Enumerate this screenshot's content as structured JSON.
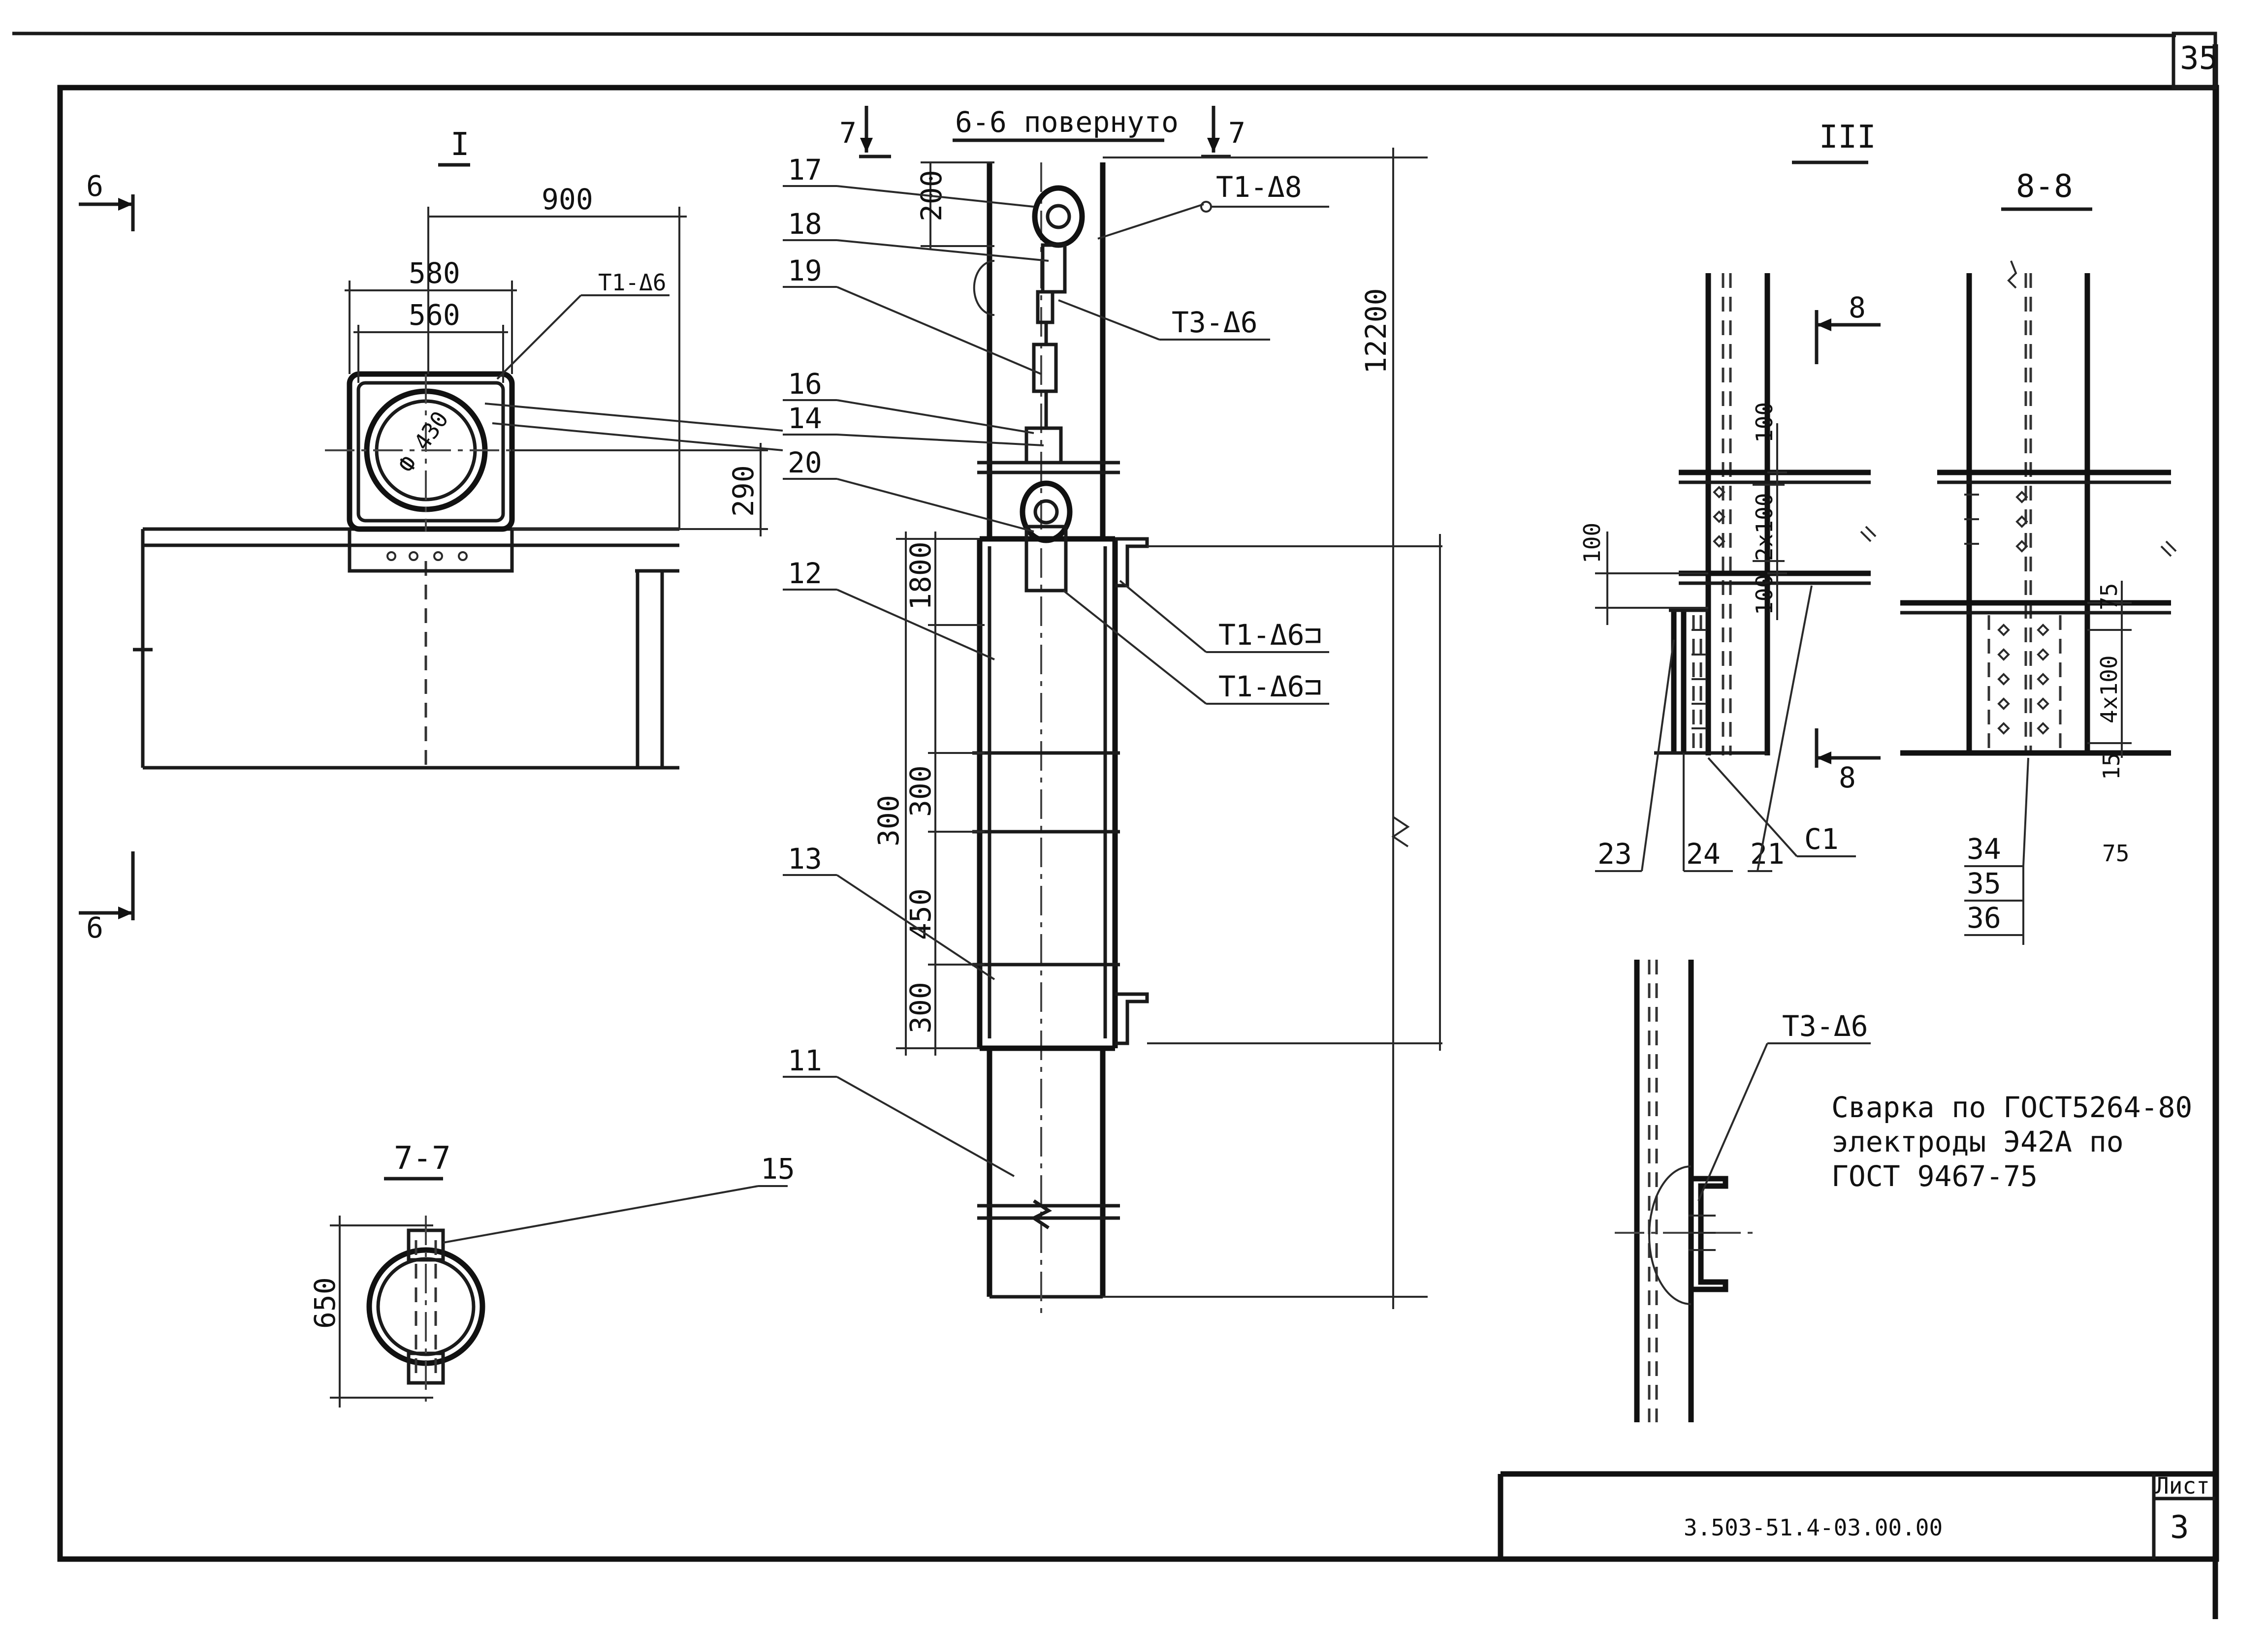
{
  "sheet": {
    "page_number": "35",
    "sheet_label": "Лист",
    "sheet_number": "3",
    "document_code": "3.503-51.4-03.00.00"
  },
  "notes": {
    "line1": "Сварка по ГОСТ5264-80",
    "line2": "электроды Э42А по",
    "line3": "ГОСТ 9467-75"
  },
  "view_I": {
    "title": "I",
    "section_mark_top": "6",
    "section_mark_bottom": "6",
    "dims": [
      "900",
      "580",
      "560",
      "290"
    ],
    "diameter": "Ф 430",
    "weld": "Т1-Δ6"
  },
  "view_77": {
    "title": "7-7",
    "dim": "650",
    "pos": "15"
  },
  "view_66": {
    "title": "6-6 повернуто",
    "section_mark": "7",
    "dims": [
      "200",
      "12200",
      "300",
      "1800",
      "300",
      "450",
      "300"
    ],
    "positions": [
      "17",
      "18",
      "19",
      "16",
      "14",
      "20",
      "12",
      "13",
      "11"
    ],
    "welds": [
      "Т1-Δ8",
      "Т3-Δ6",
      "Т1-Δ6⊐",
      "Т1-Δ6⊐"
    ]
  },
  "view_III": {
    "title": "III",
    "section_mark": "8",
    "dims": [
      "100",
      "2x100",
      "100",
      "100"
    ],
    "positions": [
      "23",
      "24",
      "21",
      "С1"
    ]
  },
  "view_88": {
    "title": "8-8",
    "dims": [
      "75",
      "4х100",
      "15",
      "75"
    ],
    "positions": [
      "34",
      "35",
      "36"
    ]
  },
  "detail_weld": {
    "weld": "Т3-Δ6"
  }
}
